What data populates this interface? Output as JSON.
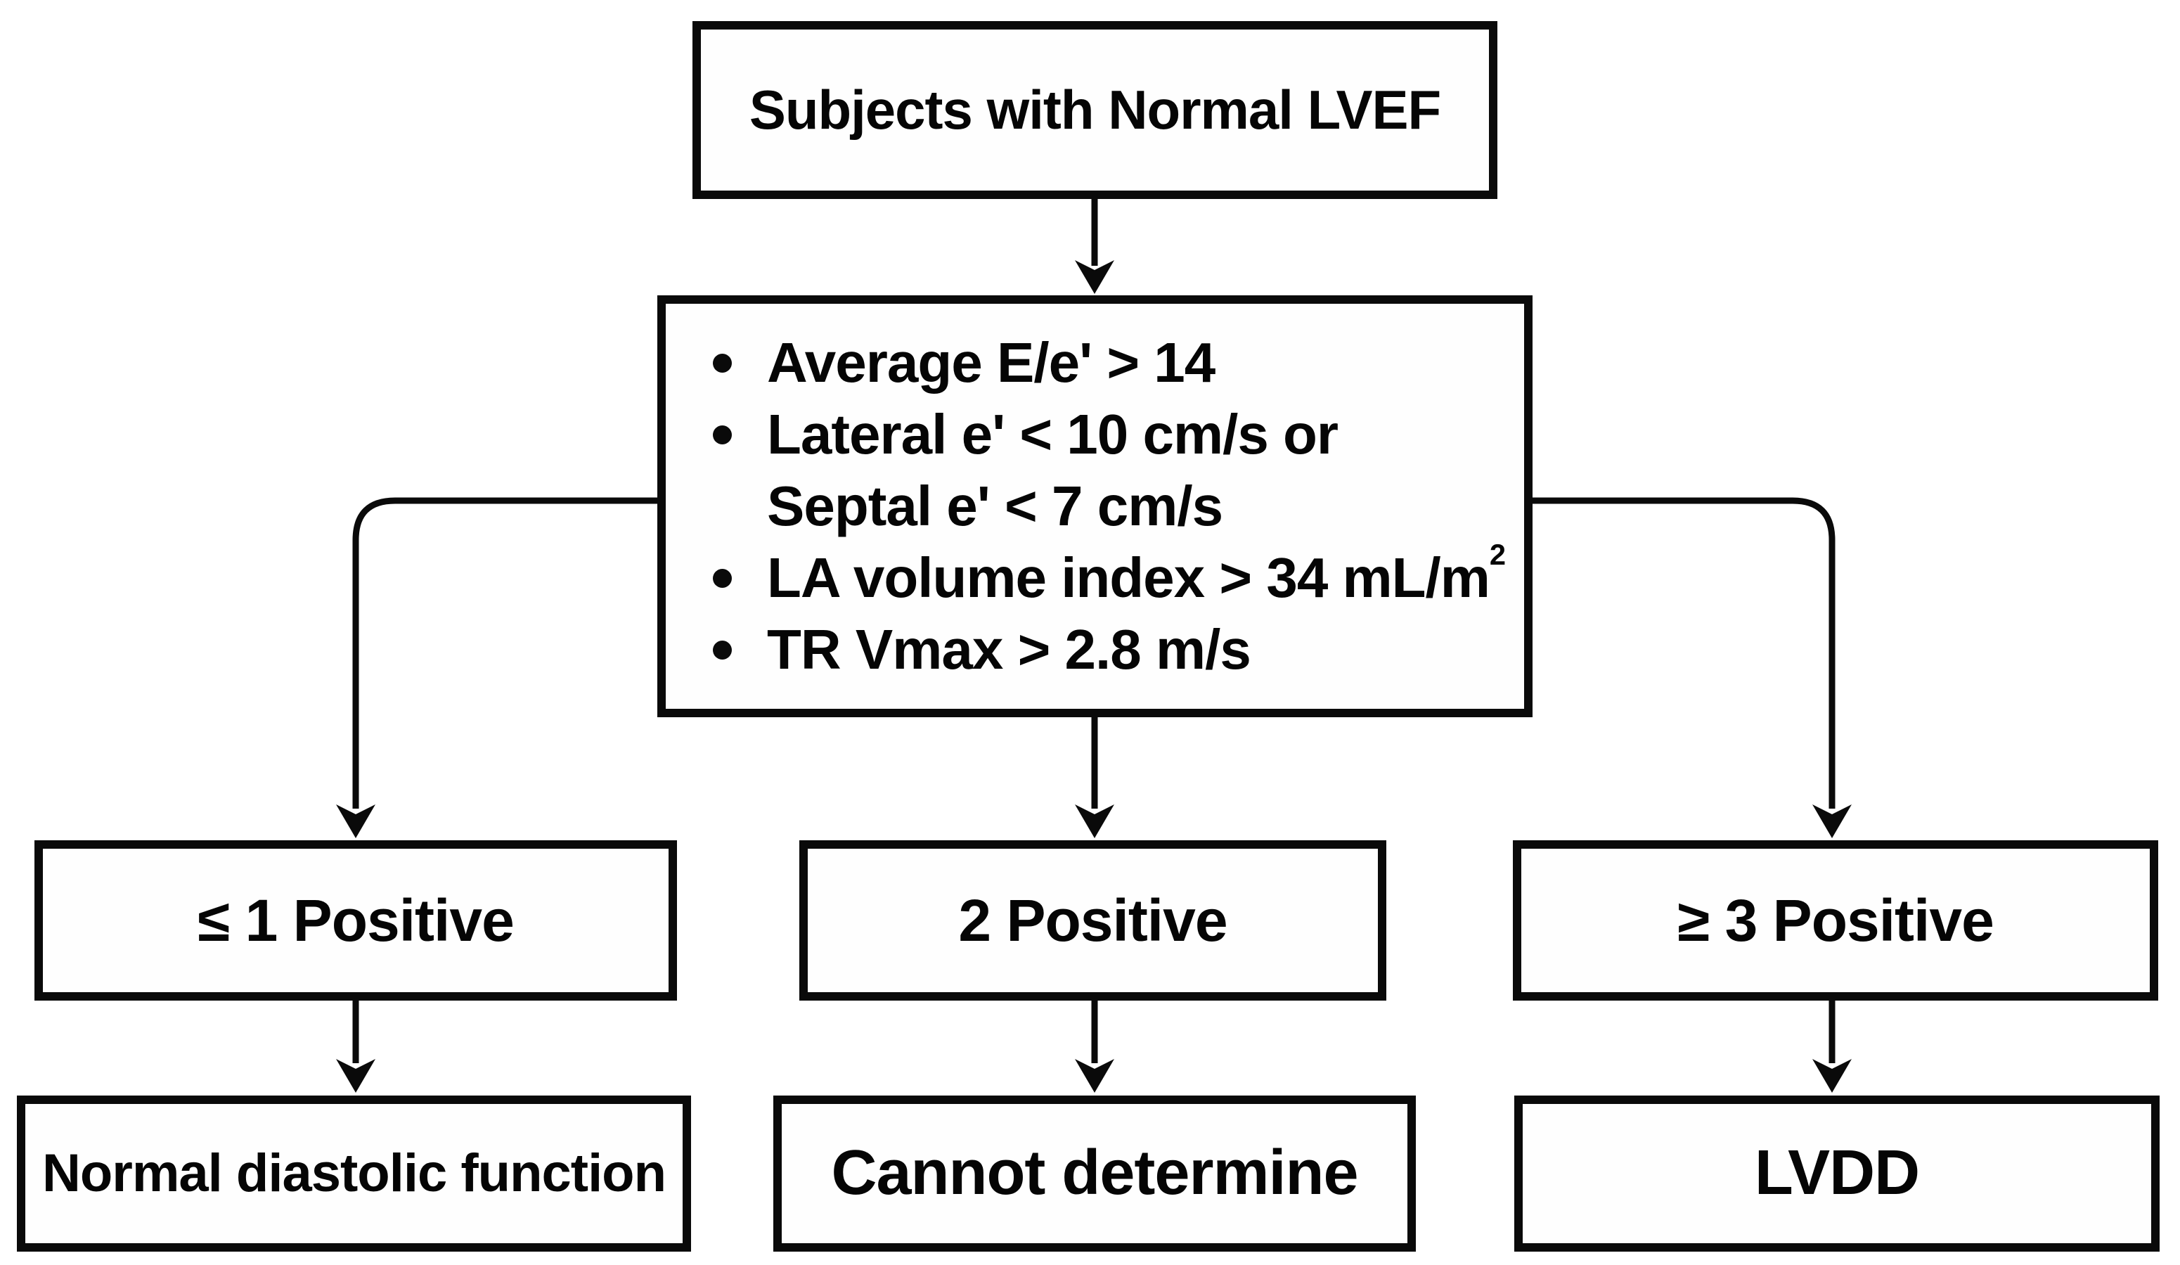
{
  "diagram": {
    "root_box": {
      "label": "Subjects with Normal LVEF"
    },
    "criteria_box": {
      "bullets": [
        {
          "line1": "Average E/e' > 14"
        },
        {
          "line1": "Lateral e' < 10 cm/s or",
          "line2": "Septal e' < 7 cm/s"
        },
        {
          "line1": "LA volume index > 34 mL/m",
          "sup": "2"
        },
        {
          "line1": "TR Vmax > 2.8 m/s"
        }
      ]
    },
    "branches": [
      {
        "condition": "≤ 1 Positive",
        "outcome": "Normal diastolic function"
      },
      {
        "condition": "2 Positive",
        "outcome": "Cannot determine"
      },
      {
        "condition": "≥ 3 Positive",
        "outcome": "LVDD"
      }
    ],
    "colors": {
      "background": "#ffffff",
      "box_border": "#0a0a0a",
      "line": "#0a0a0a",
      "text": "#050505"
    }
  }
}
